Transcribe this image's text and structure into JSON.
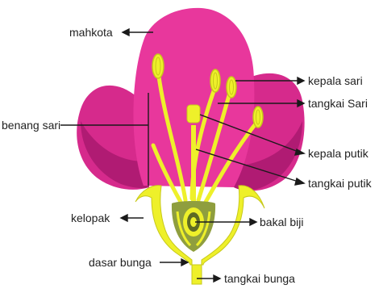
{
  "labels": {
    "mahkota": "mahkota",
    "benang_sari": "benang sari",
    "kelopak": "kelopak",
    "dasar_bunga": "dasar bunga",
    "kepala_sari": "kepala sari",
    "tangkai_sari": "tangkai Sari",
    "kepala_putik": "kepala putik",
    "tangkai_putik": "tangkai putik",
    "bakal_biji": "bakal biji",
    "tangkai_bunga": "tangkai bunga"
  },
  "colors": {
    "petal_front": "#e8379c",
    "petal_back": "#d62a8c",
    "petal_dark": "#b01b73",
    "yellow": "#eef02a",
    "green": "#8f9e3e",
    "green_dark": "#5f6b24",
    "line": "#1a1a1a"
  }
}
